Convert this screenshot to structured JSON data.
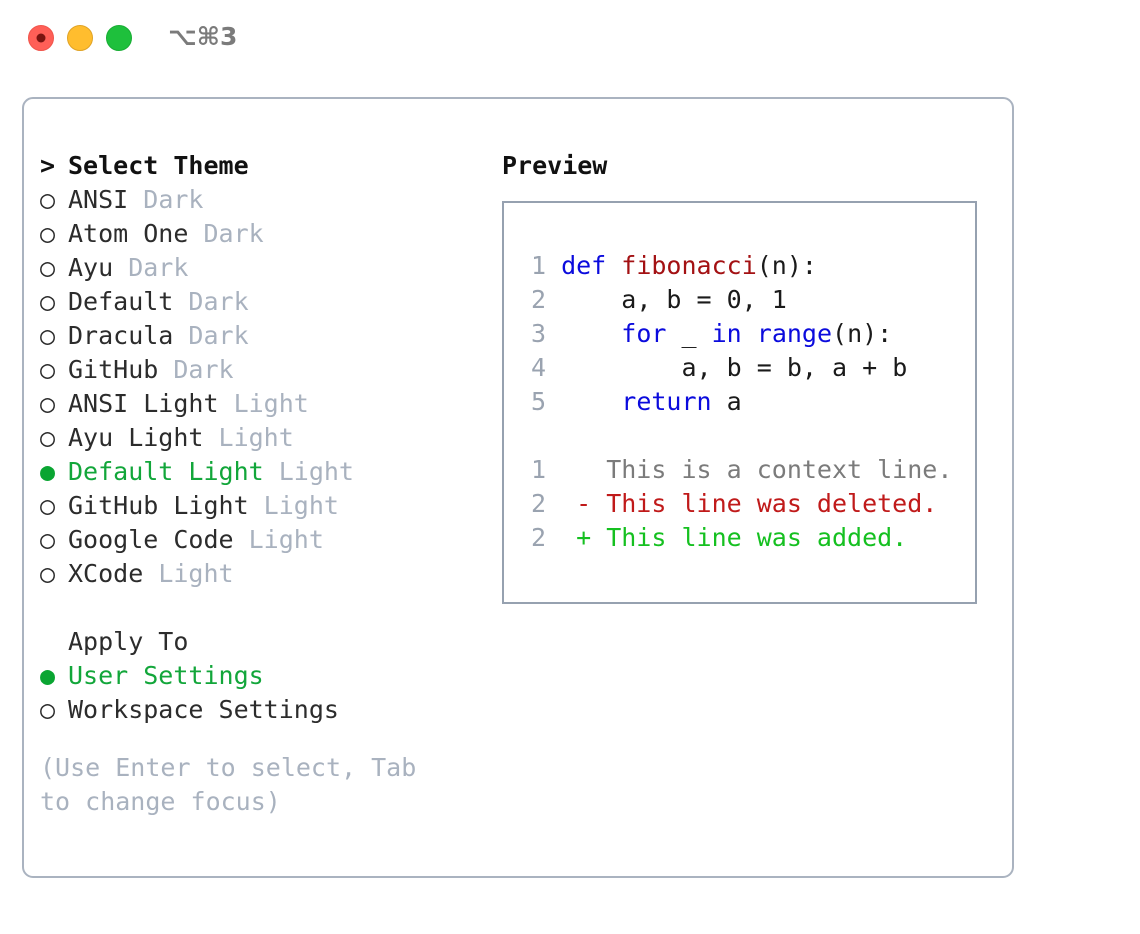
{
  "titlebar": {
    "dots": [
      {
        "name": "close-button",
        "color": "#ff5f57"
      },
      {
        "name": "minimize-button",
        "color": "#ffbd2e"
      },
      {
        "name": "maximize-button",
        "color": "#1ec03c"
      }
    ],
    "shortcut": "⌥⌘3"
  },
  "colors": {
    "accent_green": "#12a63a",
    "muted": "#a9b2bf",
    "text": "#2c2c2c",
    "border": "#aab3c0",
    "keyword_blue": "#0b0bdd",
    "function_red": "#a31113",
    "diff_add": "#15c020",
    "diff_del": "#c01a1a",
    "diff_ctx": "#7b7b7b"
  },
  "theme_picker": {
    "heading": {
      "marker": ">",
      "label": "Select Theme"
    },
    "items": [
      {
        "marker": "○",
        "label": "ANSI",
        "suffix": "Dark",
        "selected": false
      },
      {
        "marker": "○",
        "label": "Atom One",
        "suffix": "Dark",
        "selected": false
      },
      {
        "marker": "○",
        "label": "Ayu",
        "suffix": "Dark",
        "selected": false
      },
      {
        "marker": "○",
        "label": "Default",
        "suffix": "Dark",
        "selected": false
      },
      {
        "marker": "○",
        "label": "Dracula",
        "suffix": "Dark",
        "selected": false
      },
      {
        "marker": "○",
        "label": "GitHub",
        "suffix": "Dark",
        "selected": false
      },
      {
        "marker": "○",
        "label": "ANSI Light",
        "suffix": "Light",
        "selected": false
      },
      {
        "marker": "○",
        "label": "Ayu Light",
        "suffix": "Light",
        "selected": false
      },
      {
        "marker": "●",
        "label": "Default Light",
        "suffix": "Light",
        "selected": true
      },
      {
        "marker": "○",
        "label": "GitHub Light",
        "suffix": "Light",
        "selected": false
      },
      {
        "marker": "○",
        "label": "Google Code",
        "suffix": "Light",
        "selected": false
      },
      {
        "marker": "○",
        "label": "XCode",
        "suffix": "Light",
        "selected": false
      }
    ]
  },
  "apply_to": {
    "header": "Apply To",
    "items": [
      {
        "marker": "●",
        "label": "User Settings",
        "selected": true
      },
      {
        "marker": "○",
        "label": "Workspace Settings",
        "selected": false
      }
    ]
  },
  "hint": "(Use Enter to select, Tab to change focus)",
  "preview": {
    "title": "Preview",
    "code_lines": [
      {
        "num": "1",
        "tokens": [
          {
            "t": "def",
            "c": "kw"
          },
          {
            "t": " ",
            "c": "txt"
          },
          {
            "t": "fibonacci",
            "c": "fn"
          },
          {
            "t": "(n):",
            "c": "txt"
          }
        ]
      },
      {
        "num": "2",
        "tokens": [
          {
            "t": "    a, b = 0, 1",
            "c": "txt"
          }
        ]
      },
      {
        "num": "3",
        "tokens": [
          {
            "t": "    ",
            "c": "txt"
          },
          {
            "t": "for",
            "c": "kw"
          },
          {
            "t": " _ ",
            "c": "txt"
          },
          {
            "t": "in",
            "c": "kw"
          },
          {
            "t": " ",
            "c": "txt"
          },
          {
            "t": "range",
            "c": "kw"
          },
          {
            "t": "(n):",
            "c": "txt"
          }
        ]
      },
      {
        "num": "4",
        "tokens": [
          {
            "t": "        a, b = b, a + b",
            "c": "txt"
          }
        ]
      },
      {
        "num": "5",
        "tokens": [
          {
            "t": "    ",
            "c": "txt"
          },
          {
            "t": "return",
            "c": "kw"
          },
          {
            "t": " a",
            "c": "txt"
          }
        ]
      }
    ],
    "diff_lines": [
      {
        "num": "1",
        "sign": " ",
        "text": "This is a context line.",
        "kind": "ctx"
      },
      {
        "num": "2",
        "sign": "-",
        "text": "This line was deleted.",
        "kind": "del"
      },
      {
        "num": "2",
        "sign": "+",
        "text": "This line was added.",
        "kind": "add"
      }
    ]
  }
}
